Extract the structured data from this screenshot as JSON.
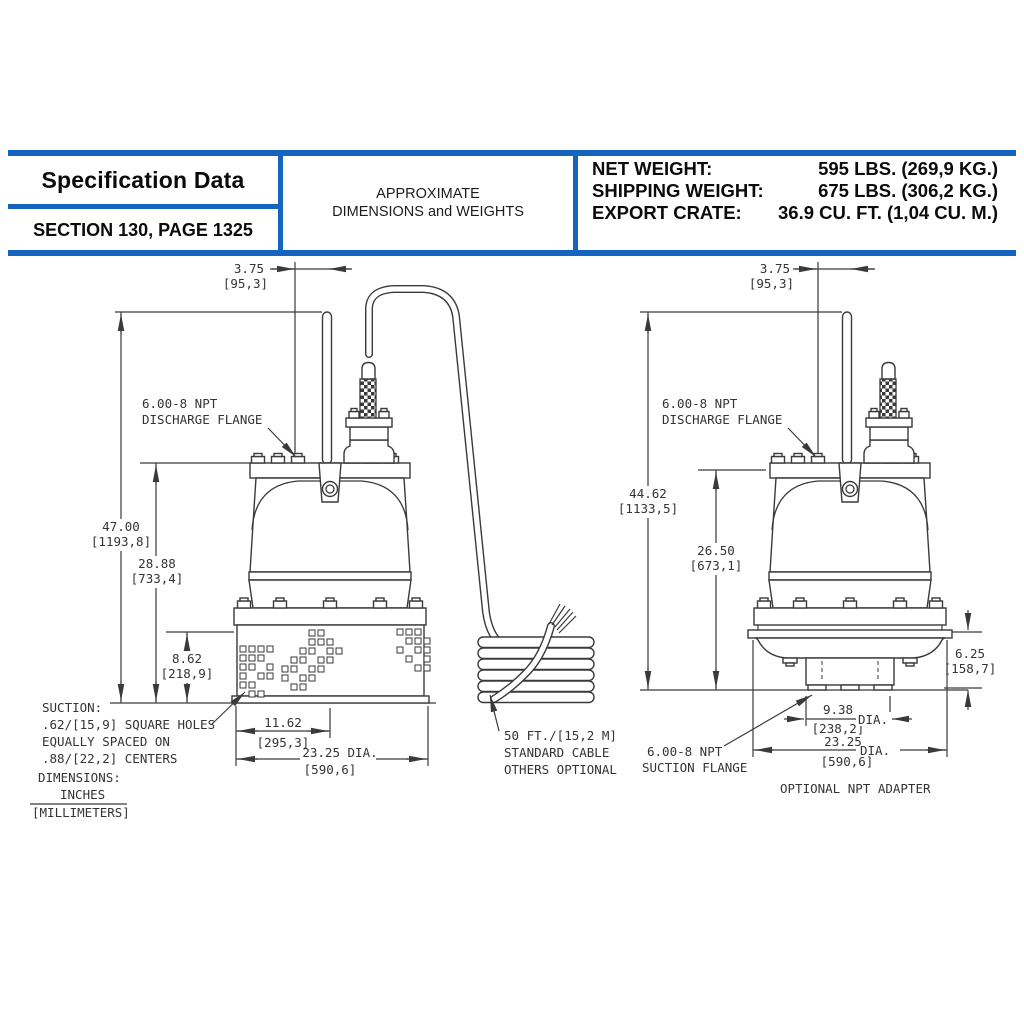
{
  "header": {
    "accent_color": "#1565C0",
    "title": "Specification Data",
    "section": "SECTION 130, PAGE 1325",
    "approx_line1": "APPROXIMATE",
    "approx_line2": "DIMENSIONS and WEIGHTS",
    "weights": [
      {
        "label": "NET WEIGHT:",
        "value": "595 LBS. (269,9 KG.)"
      },
      {
        "label": "SHIPPING WEIGHT:",
        "value": "675 LBS. (306,2 KG.)"
      },
      {
        "label": "EXPORT CRATE:",
        "value": "36.9 CU. FT. (1,04 CU. M.)"
      }
    ]
  },
  "left_view": {
    "dims": {
      "offset_top": [
        "3.75",
        "[95,3]"
      ],
      "overall_height": [
        "47.00",
        "[1193,8]"
      ],
      "flange_height": [
        "28.88",
        "[733,4]"
      ],
      "strainer_height": [
        "8.62",
        "[218,9]"
      ],
      "center_offset": [
        "11.62",
        "[295,3]"
      ],
      "base_dia": [
        "23.25 DIA.",
        "[590,6]"
      ]
    },
    "labels": {
      "discharge": [
        "6.00-8 NPT",
        "DISCHARGE FLANGE"
      ],
      "suction_note": [
        "SUCTION:",
        ".62/[15,9] SQUARE HOLES",
        "EQUALLY SPACED ON",
        ".88/[22,2] CENTERS"
      ],
      "cable_note": [
        "50 FT./[15,2 M]",
        "STANDARD CABLE",
        "OTHERS OPTIONAL"
      ],
      "dim_note": [
        "DIMENSIONS:",
        "INCHES",
        "[MILLIMETERS]"
      ]
    }
  },
  "right_view": {
    "dims": {
      "offset_top": [
        "3.75",
        "[95,3]"
      ],
      "overall_height": [
        "44.62",
        "[1133,5]"
      ],
      "flange_height": [
        "26.50",
        "[673,1]"
      ],
      "adapter_height": [
        "6.25",
        "[158,7]"
      ],
      "adapter_dia": [
        "9.38",
        "[238,2]",
        "DIA."
      ],
      "base_dia": [
        "23.25",
        "[590,6]",
        "DIA."
      ]
    },
    "labels": {
      "discharge": [
        "6.00-8 NPT",
        "DISCHARGE FLANGE"
      ],
      "suction": [
        "6.00-8 NPT",
        "SUCTION FLANGE"
      ],
      "caption": "OPTIONAL NPT ADAPTER"
    }
  }
}
